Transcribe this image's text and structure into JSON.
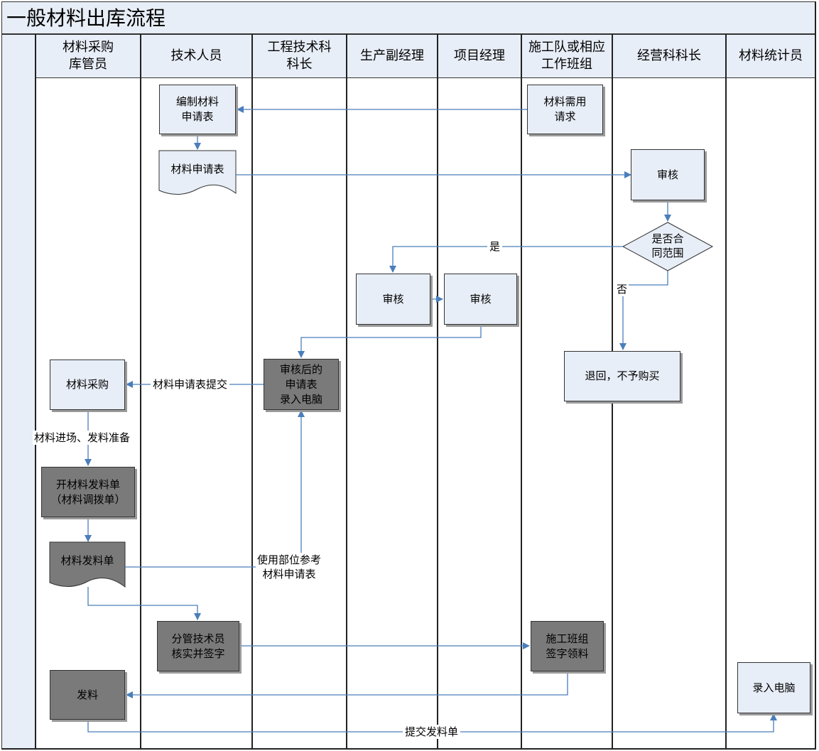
{
  "title": "一般材料出库流程",
  "lanes": [
    {
      "label": "材料采购\n库管员"
    },
    {
      "label": "技术人员"
    },
    {
      "label": "工程技术科\n科长"
    },
    {
      "label": "生产副经理"
    },
    {
      "label": "项目经理"
    },
    {
      "label": "施工队或相应\n工作班组"
    },
    {
      "label": "经营科科长"
    },
    {
      "label": "材料统计员"
    }
  ],
  "nodes": {
    "prepare_form": "编制材料\n申请表",
    "material_request": "材料需用\n请求",
    "request_form_doc": "材料申请表",
    "review_business": "审核",
    "decision_scope": "是否合\n同范围",
    "review_vice_manager": "审核",
    "review_project_manager": "审核",
    "reject": "退回，不予购买",
    "enter_reviewed_form": "审核后的\n申请表\n录入电脑",
    "purchase": "材料采购",
    "issue_slip_create": "开材料发料单\n（材料调拨单）",
    "issue_slip_doc": "材料发料单",
    "verify_sign": "分管技术员\n核实并签字",
    "team_sign_receive": "施工班组\n签字领料",
    "dispatch": "发料",
    "enter_computer": "录入电脑"
  },
  "edge_labels": {
    "yes": "是",
    "no": "否",
    "submit_request": "材料申请表提交",
    "arrival_prepare": "材料进场、发料准备",
    "usage_reference": "使用部位参考\n材料申请表",
    "submit_slip": "提交发料单"
  },
  "colors": {
    "light_fill": "#e8eef7",
    "dark_fill": "#7a7a7a",
    "arrow": "#4a7ebb"
  }
}
